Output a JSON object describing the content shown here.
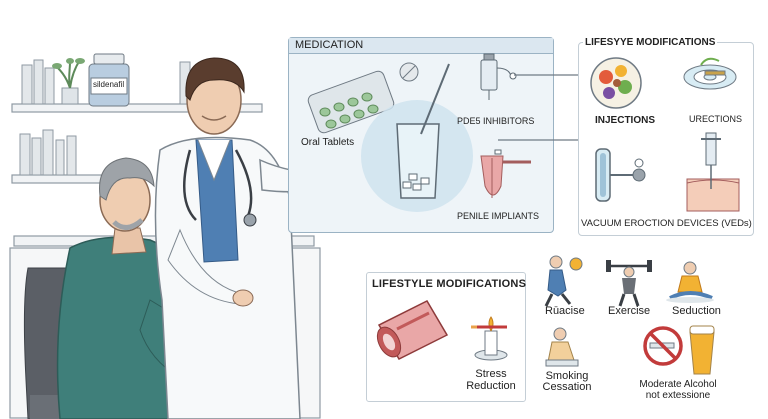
{
  "bottle_label": "sildenafil",
  "medication": {
    "title": "MEDICATION",
    "oral_tablets": "Oral Tablets",
    "pde5_inhibitors": "PDE5 INHIBITORS",
    "penile_implants": "PENILE IMPLIANTS"
  },
  "top_right": {
    "title": "LIFESYYE MODIFICATIONS",
    "injections": "INJECTIONS",
    "urections": "URECTIONS",
    "vacuum": "VACUUM EROCTION DEVICES (VEDs)"
  },
  "lifestyle": {
    "title": "LIFESTYLE MODIFICATIONS",
    "stress": [
      "Stress",
      "Reduction"
    ]
  },
  "activities": {
    "ruacise": "Rūacise",
    "exercise": "Exercise",
    "seduction": "Seduction",
    "smoking": [
      "Smoking",
      "Cessation"
    ],
    "alcohol": [
      "Moderate Alcohol",
      "not extessione"
    ]
  },
  "colors": {
    "panel_border": "#9bb3c4",
    "panel_fill": "#eef4f8",
    "header_fill": "#dbe7f0",
    "doctor_coat": "#f7f9fa",
    "doctor_shirt": "#4f7fb3",
    "patient_sweater": "#3f7f7a",
    "accent_red": "#c23b3b",
    "pink": "#e9a7a7"
  }
}
